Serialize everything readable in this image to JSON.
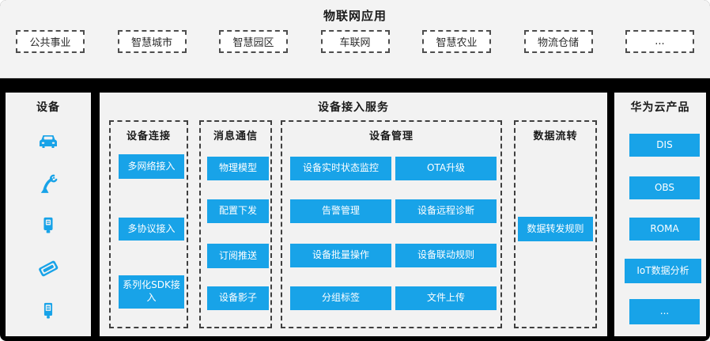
{
  "colors": {
    "accent": "#18A3E8",
    "panel_bg": "#F2F2F2",
    "frame_bg": "#000000",
    "dashed_border": "#4D4D4D",
    "chip_text": "#FFFFFF"
  },
  "top": {
    "title": "物联网应用",
    "apps": [
      "公共事业",
      "智慧城市",
      "智慧园区",
      "车联网",
      "智慧农业",
      "物流仓储",
      "..."
    ]
  },
  "devices": {
    "title": "设备",
    "icons": [
      "car-icon",
      "robot-arm-icon",
      "smart-meter-icon",
      "chip-board-icon",
      "handheld-terminal-icon"
    ]
  },
  "service": {
    "title": "设备接入服务",
    "columns": [
      {
        "label": "设备连接",
        "items": [
          "多网络接入",
          "多协议接入",
          "系列化SDK接入"
        ]
      },
      {
        "label": "消息通信",
        "items": [
          "物理模型",
          "配置下发",
          "订阅推送",
          "设备影子"
        ]
      },
      {
        "label": "设备管理",
        "items": [
          "设备实时状态监控",
          "OTA升级",
          "告警管理",
          "设备远程诊断",
          "设备批量操作",
          "设备联动规则",
          "分组标签",
          "文件上传"
        ]
      },
      {
        "label": "数据流转",
        "items": [
          "数据转发规则"
        ]
      }
    ]
  },
  "cloud": {
    "title": "华为云产品",
    "items": [
      "DIS",
      "OBS",
      "ROMA",
      "IoT数据分析",
      "..."
    ]
  }
}
